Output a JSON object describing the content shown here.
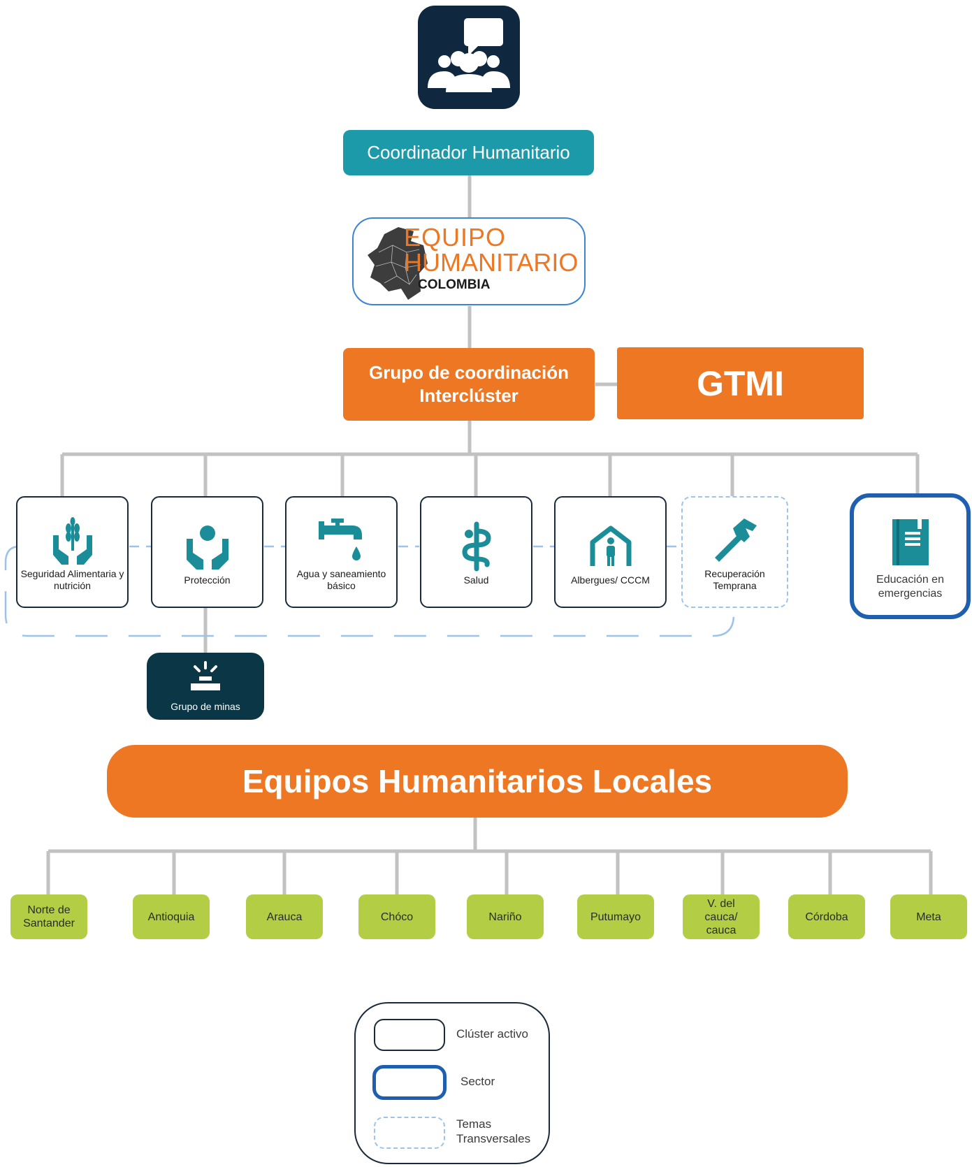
{
  "colors": {
    "navy": "#0f2840",
    "teal": "#1d9aa9",
    "orange": "#ee7724",
    "green": "#b3cd45",
    "icon_teal": "#1a8d99",
    "sector_blue": "#1f5fb0",
    "dashed_blue": "#9ec3ea",
    "line_gray": "#c2c2c2"
  },
  "top_icon": {
    "name": "meeting-group-icon"
  },
  "coordinator": {
    "label": "Coordinador Humanitario"
  },
  "logo": {
    "line1": "EQUIPO",
    "line2": "HUMANITARIO",
    "line3": "COLOMBIA"
  },
  "intercluster": {
    "line1": "Grupo de coordinación",
    "line2": "Interclúster"
  },
  "gtmi": {
    "label": "GTMI"
  },
  "clusters": [
    {
      "label": "Seguridad Alimentaria y nutrición",
      "icon": "wheat-hands-icon",
      "type": "active"
    },
    {
      "label": "Protección",
      "icon": "protection-hands-icon",
      "type": "active"
    },
    {
      "label": "Agua y saneamiento básico",
      "icon": "water-tap-icon",
      "type": "active"
    },
    {
      "label": "Salud",
      "icon": "health-caduceus-icon",
      "type": "active"
    },
    {
      "label": "Albergues/ CCCM",
      "icon": "shelter-icon",
      "type": "active"
    },
    {
      "label": "Recuperación Temprana",
      "icon": "hammer-icon",
      "type": "transversal"
    }
  ],
  "sector": {
    "label": "Educación en emergencias",
    "icon": "book-icon"
  },
  "subgroup": {
    "label": "Grupo de minas",
    "icon": "mine-icon"
  },
  "local_teams": {
    "label": "Equipos Humanitarios Locales"
  },
  "regions": [
    "Norte de Santander",
    "Antioquia",
    "Arauca",
    "Chóco",
    "Nariño",
    "Putumayo",
    "V. del cauca/ cauca",
    "Córdoba",
    "Meta"
  ],
  "legend": {
    "items": [
      {
        "label": "Clúster activo"
      },
      {
        "label": "Sector"
      },
      {
        "label": "Temas Transversales"
      }
    ]
  }
}
